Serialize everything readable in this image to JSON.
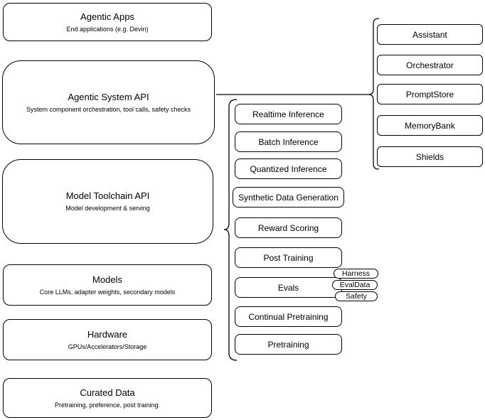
{
  "diagram": {
    "colors": {
      "stroke": "#000000",
      "fill": "#ffffff",
      "background": "#ffffff"
    },
    "left_column": [
      {
        "title": "Agentic Apps",
        "subtitle": "End applications (e.g. Devin)"
      },
      {
        "title": "Agentic System API",
        "subtitle": "System component orchestration, tool calls, safety checks"
      },
      {
        "title": "Model Toolchain API",
        "subtitle": "Model development & serving"
      },
      {
        "title": "Models",
        "subtitle": "Core LLMs, adapter weights, secondary models"
      },
      {
        "title": "Hardware",
        "subtitle": "GPUs/Accelerators/Storage"
      },
      {
        "title": "Curated Data",
        "subtitle": "Pretraining, preference, post training."
      }
    ],
    "toolchain_items": [
      "Realtime Inference",
      "Batch Inference",
      "Quantized Inference",
      "Synthetic Data Generation",
      "Reward Scoring",
      "Post Training",
      "Evals",
      "Continual Pretraining",
      "Pretraining"
    ],
    "eval_tags": [
      "Harness",
      "EvalData",
      "Safety"
    ],
    "system_components": [
      "Assistant",
      "Orchestrator",
      "PromptStore",
      "MemoryBank",
      "Shields"
    ]
  }
}
